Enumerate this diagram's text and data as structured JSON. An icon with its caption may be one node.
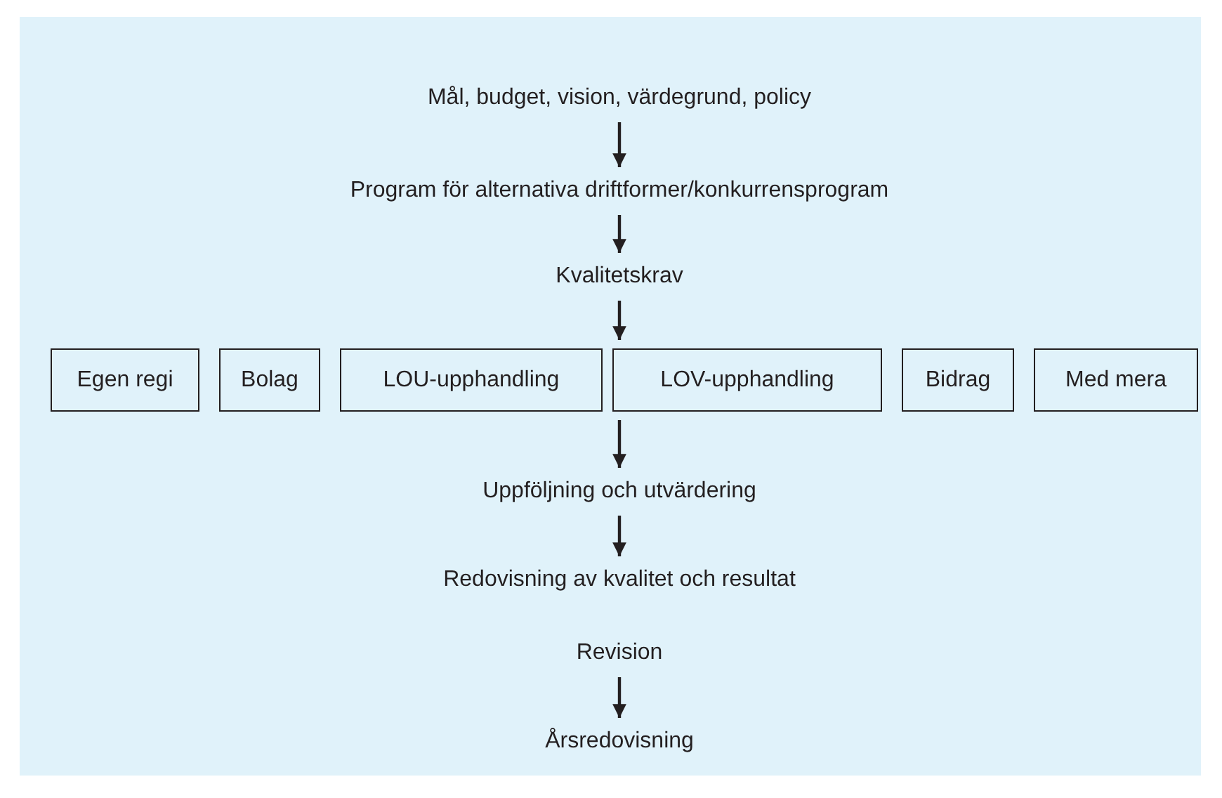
{
  "diagram": {
    "nodes": [
      {
        "text": [
          "Mål, budget, vision, värdegrund, policy"
        ]
      },
      {
        "text": [
          "Program för alternativa driftformer/konkurrensprogram"
        ]
      },
      {
        "text": [
          "Kvalitetskrav"
        ]
      },
      {
        "text": [
          "Egen regi"
        ]
      },
      {
        "text": [
          "Bolag"
        ]
      },
      {
        "text": [
          "LOU-upphandling"
        ]
      },
      {
        "text": [
          "LOV-upphandling"
        ]
      },
      {
        "text": [
          "Bidrag"
        ]
      },
      {
        "text": [
          "Med mera"
        ]
      },
      {
        "text": [
          "Uppföljning och utvärdering"
        ]
      },
      {
        "text": [
          "Redovisning av kvalitet och resultat"
        ]
      },
      {
        "text": [
          "Revision"
        ]
      },
      {
        "text": [
          "Årsredovisning"
        ]
      }
    ],
    "edges": [
      {
        "from": 0,
        "to": 1,
        "arrow": "to"
      },
      {
        "from": 1,
        "to": 2,
        "arrow": "to"
      },
      {
        "from": 2,
        "to": 6,
        "arrow": "to"
      },
      {
        "from": 6,
        "to": 9,
        "arrow": "to"
      },
      {
        "from": 9,
        "to": 10,
        "arrow": "to"
      },
      {
        "from": 11,
        "to": 12,
        "arrow": "to"
      }
    ]
  }
}
